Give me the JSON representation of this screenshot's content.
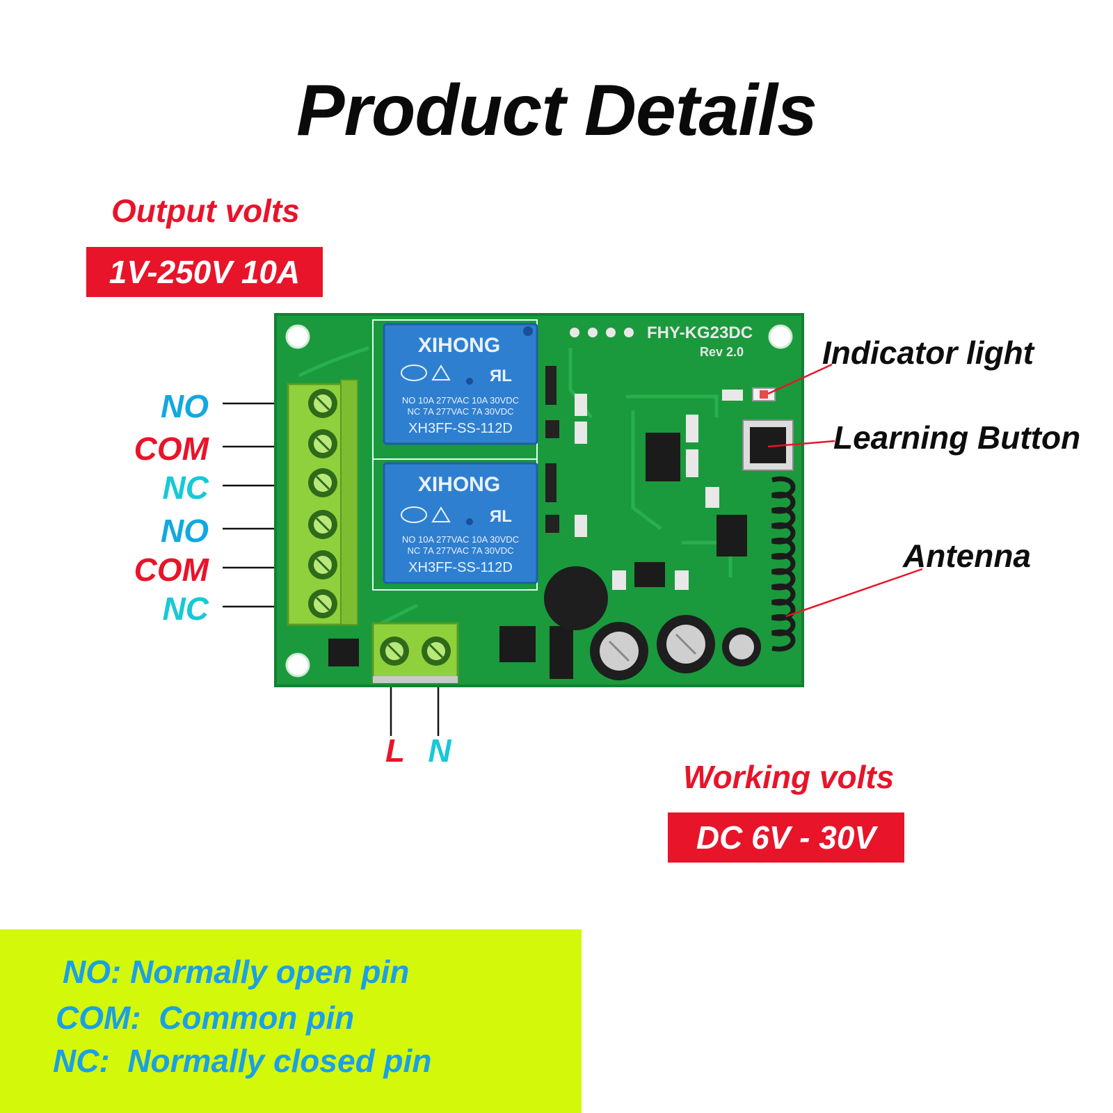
{
  "title": "Product Details",
  "output": {
    "label": "Output volts",
    "value": "1V-250V  10A"
  },
  "working": {
    "label": "Working volts",
    "value": "DC  6V - 30V"
  },
  "pins": [
    {
      "text": "NO",
      "color": "#12a8e0"
    },
    {
      "text": "COM",
      "color": "#e8142a"
    },
    {
      "text": "NC",
      "color": "#16c9d6"
    },
    {
      "text": "NO",
      "color": "#12a8e0"
    },
    {
      "text": "COM",
      "color": "#e8142a"
    },
    {
      "text": "NC",
      "color": "#16c9d6"
    }
  ],
  "power_pins": [
    {
      "text": "L",
      "color": "#e8142a"
    },
    {
      "text": "N",
      "color": "#16c9d6"
    }
  ],
  "callouts": {
    "indicator": "Indicator light",
    "learning": "Learning Button",
    "antenna": "Antenna"
  },
  "board": {
    "model": "FHY-KG23DC",
    "rev": "Rev 2.0",
    "relay_brand": "XIHONG",
    "relay_rating_1": "NO 10A 277VAC  10A 30VDC",
    "relay_rating_2": "NC 7A  277VAC  7A  30VDC",
    "relay_model": "XH3FF-SS-112D"
  },
  "legend": [
    "NO: Normally open pin",
    "COM:  Common pin",
    "NC:  Normally closed pin"
  ],
  "colors": {
    "accent_red": "#e8142a",
    "pcb_green": "#1a9a3c",
    "relay_blue": "#2f7fd0",
    "terminal_green": "#8fd13c",
    "legend_bg": "#d4f80a",
    "legend_text": "#1aa0e6"
  }
}
